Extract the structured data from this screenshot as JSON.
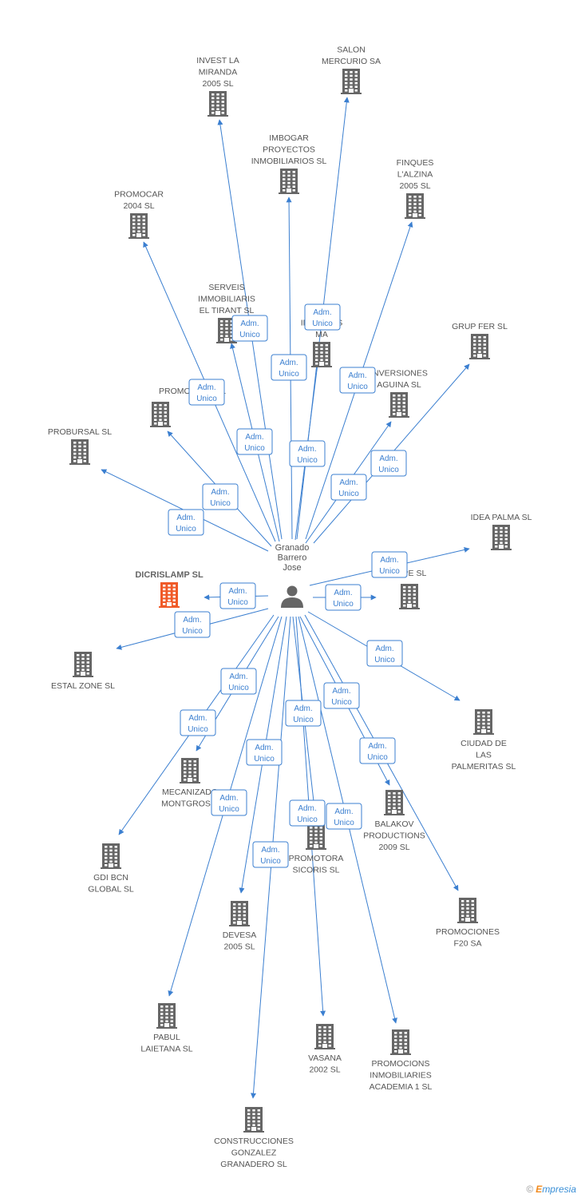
{
  "center": {
    "name": [
      "Granado",
      "Barrero",
      "Jose"
    ]
  },
  "edge_label": [
    "Adm.",
    "Unico"
  ],
  "colors": {
    "edge": "#3b7fd0",
    "building": "#666666",
    "focus": "#f05a28"
  },
  "companies": [
    {
      "id": "salon",
      "label": [
        "SALON",
        "MERCURIO SA"
      ]
    },
    {
      "id": "invest",
      "label": [
        "INVEST LA",
        "MIRANDA",
        "2005 SL"
      ]
    },
    {
      "id": "imbogar",
      "label": [
        "IMBOGAR",
        "PROYECTOS",
        "INMOBILIARIOS SL"
      ]
    },
    {
      "id": "finques",
      "label": [
        "FINQUES",
        "L'ALZINA",
        "2005 SL"
      ]
    },
    {
      "id": "promocar",
      "label": [
        "PROMOCAR",
        "2004 SL"
      ]
    },
    {
      "id": "serveis",
      "label": [
        "SERVEIS",
        "IMMOBILIARIS",
        "EL TIRANT SL"
      ]
    },
    {
      "id": "instal",
      "label": [
        "INSTAL   ES",
        "MA"
      ]
    },
    {
      "id": "grupfer",
      "label": [
        "GRUP FER SL"
      ]
    },
    {
      "id": "inversiones",
      "label": [
        "INVERSIONES",
        "  AGUINA SL"
      ]
    },
    {
      "id": "promobloc",
      "label": [
        "PROMOBLOC SL"
      ]
    },
    {
      "id": "probursal",
      "label": [
        "PROBURSAL SL"
      ]
    },
    {
      "id": "ideapalma",
      "label": [
        "IDEA PALMA SL"
      ]
    },
    {
      "id": "lepe",
      "label": [
        "  LEPE SL"
      ]
    },
    {
      "id": "dicrislamp",
      "label": [
        "DICRISLAMP SL"
      ],
      "focus": true
    },
    {
      "id": "estal",
      "label": [
        "ESTAL ZONE SL"
      ]
    },
    {
      "id": "palmeritas",
      "label": [
        "CIUDAD DE",
        "LAS",
        "PALMERITAS SL"
      ]
    },
    {
      "id": "mecanizados",
      "label": [
        "MECANIZADO",
        "MONTGROS S"
      ]
    },
    {
      "id": "balakov",
      "label": [
        "BALAKOV",
        "PRODUCTIONS",
        "2009 SL"
      ]
    },
    {
      "id": "gdi",
      "label": [
        "GDI BCN",
        "GLOBAL SL"
      ]
    },
    {
      "id": "promotora",
      "label": [
        "PROMOTORA",
        "SICORIS SL"
      ]
    },
    {
      "id": "promociones",
      "label": [
        "PROMOCIONES",
        "F20 SA"
      ]
    },
    {
      "id": "devesa",
      "label": [
        "DEVESA",
        "2005 SL"
      ]
    },
    {
      "id": "pabul",
      "label": [
        "PABUL",
        "LAIETANA SL"
      ]
    },
    {
      "id": "vasana",
      "label": [
        "VASANA",
        "2002 SL"
      ]
    },
    {
      "id": "academia",
      "label": [
        "PROMOCIONS",
        "INMOBILIARIES",
        "ACADEMIA 1 SL"
      ]
    },
    {
      "id": "construcciones",
      "label": [
        "CONSTRUCCIONES",
        "GONZALEZ",
        "GRANADERO SL"
      ]
    }
  ],
  "footer": {
    "copyright": "©",
    "brand_e": "E",
    "brand_rest": "mpresia"
  }
}
